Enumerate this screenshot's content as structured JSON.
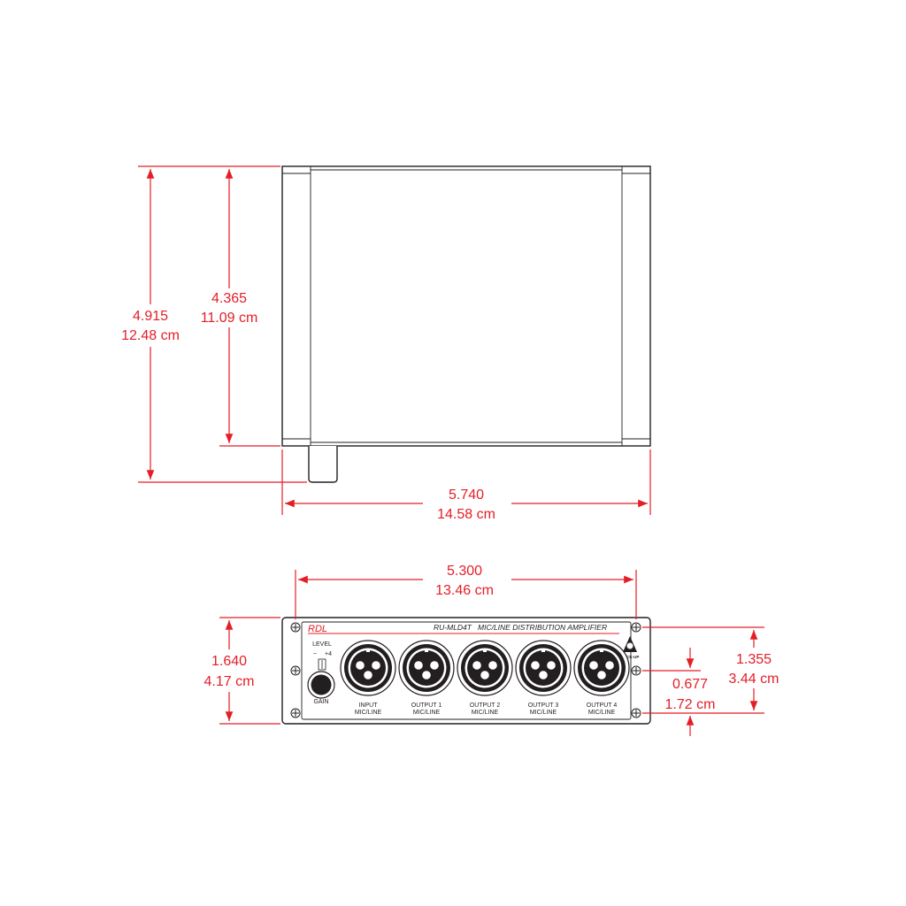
{
  "top_view": {
    "dims": {
      "overall_depth": {
        "inches": "4.915",
        "cm": "12.48 cm"
      },
      "body_depth": {
        "inches": "4.365",
        "cm": "11.09 cm"
      },
      "width": {
        "inches": "5.740",
        "cm": "14.58 cm"
      }
    }
  },
  "front_view": {
    "dims": {
      "mount_width": {
        "inches": "5.300",
        "cm": "13.46 cm"
      },
      "height": {
        "inches": "1.640",
        "cm": "4.17 cm"
      },
      "mount_height": {
        "inches": "1.355",
        "cm": "3.44 cm"
      },
      "mount_offset": {
        "inches": "0.677",
        "cm": "1.72 cm"
      }
    },
    "panel": {
      "brand": "RDL",
      "model": "RU-MLD4T",
      "title": "MIC/LINE DISTRIBUTION  AMPLIFIER",
      "level_label": "LEVEL",
      "level_low": "~",
      "level_high": "+4",
      "gain_label": "GAIN",
      "badge": "RACK-UP",
      "connectors": [
        {
          "line1": "INPUT",
          "line2": "MIC/LINE"
        },
        {
          "line1": "OUTPUT 1",
          "line2": "MIC/LINE"
        },
        {
          "line1": "OUTPUT 2",
          "line2": "MIC/LINE"
        },
        {
          "line1": "OUTPUT 3",
          "line2": "MIC/LINE"
        },
        {
          "line1": "OUTPUT 4",
          "line2": "MIC/LINE"
        }
      ]
    }
  },
  "colors": {
    "dimension": "#e41e26",
    "outline": "#231f20"
  }
}
